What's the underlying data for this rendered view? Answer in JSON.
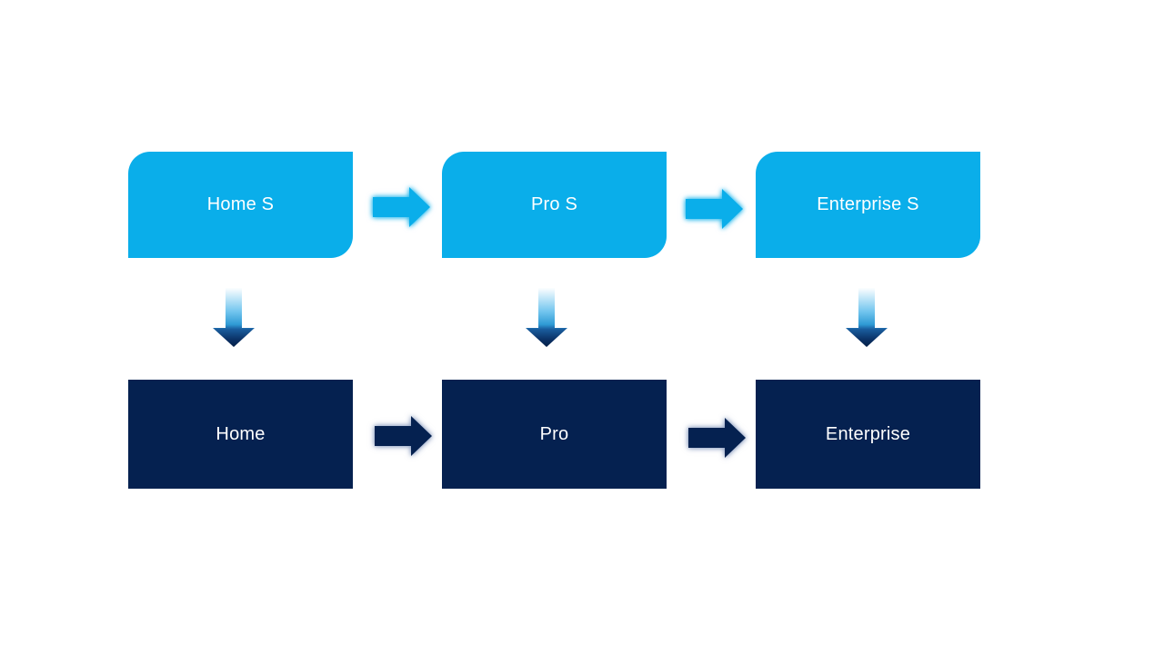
{
  "colors": {
    "background": "#FFFFFF",
    "box_cyan": "#0AAEEA",
    "box_navy": "#052150",
    "arrow_cyan": "#0AAEEA",
    "arrow_navy": "#052150",
    "down_gradient": [
      "#FDFEFF",
      "#C9E9F9",
      "#72C5EE",
      "#2F9AD5",
      "#1A5D9E",
      "#0A3064",
      "#041F47"
    ]
  },
  "diagram": {
    "top_row": [
      {
        "label": "Home S"
      },
      {
        "label": "Pro S"
      },
      {
        "label": "Enterprise S"
      }
    ],
    "bottom_row": [
      {
        "label": "Home"
      },
      {
        "label": "Pro"
      },
      {
        "label": "Enterprise"
      }
    ]
  }
}
